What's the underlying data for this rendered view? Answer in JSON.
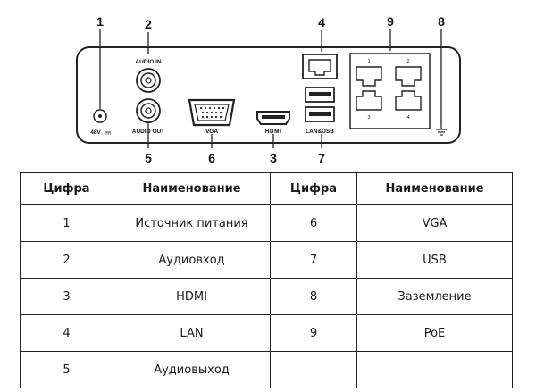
{
  "callouts": [
    "1",
    "2",
    "3",
    "4",
    "5",
    "6",
    "7",
    "8",
    "9"
  ],
  "panel_labels": {
    "power": "48V",
    "audio_in": "AUDIO IN",
    "audio_out": "AUDIO OUT",
    "vga": "VGA",
    "hdmi": "HDMI",
    "lan_usb": "LAN&USB",
    "poe_ports": [
      "1",
      "2",
      "3",
      "4"
    ]
  },
  "table": {
    "headers": [
      "Цифра",
      "Наименование",
      "Цифра",
      "Наименование"
    ],
    "rows": [
      [
        "1",
        "Источник питания",
        "6",
        "VGA"
      ],
      [
        "2",
        "Аудиовход",
        "7",
        "USB"
      ],
      [
        "3",
        "HDMI",
        "8",
        "Заземление"
      ],
      [
        "4",
        "LAN",
        "9",
        "PoE"
      ],
      [
        "5",
        "Аудиовыход",
        "",
        ""
      ]
    ]
  }
}
